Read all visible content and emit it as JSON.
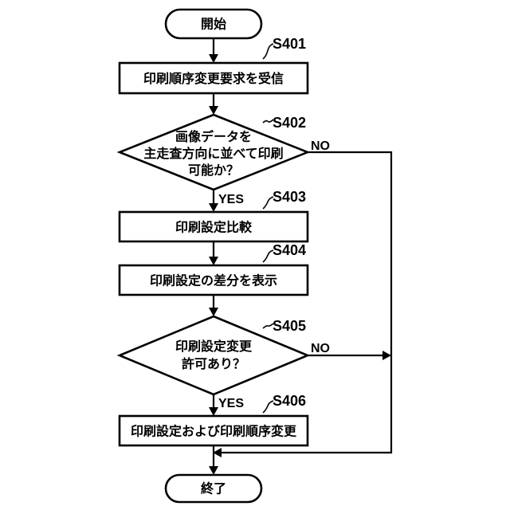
{
  "terminals": {
    "start": "開始",
    "end": "終了"
  },
  "steps": {
    "s401": {
      "id": "S401",
      "text": "印刷順序変更要求を受信"
    },
    "s402": {
      "id": "S402",
      "lines": [
        "画像データを",
        "主走査方向に並べて印刷",
        "可能か？"
      ]
    },
    "s403": {
      "id": "S403",
      "text": "印刷設定比較"
    },
    "s404": {
      "id": "S404",
      "text": "印刷設定の差分を表示"
    },
    "s405": {
      "id": "S405",
      "lines": [
        "印刷設定変更",
        "許可あり？"
      ]
    },
    "s406": {
      "id": "S406",
      "text": "印刷設定および印刷順序変更"
    }
  },
  "branches": {
    "yes": "YES",
    "no": "NO"
  }
}
